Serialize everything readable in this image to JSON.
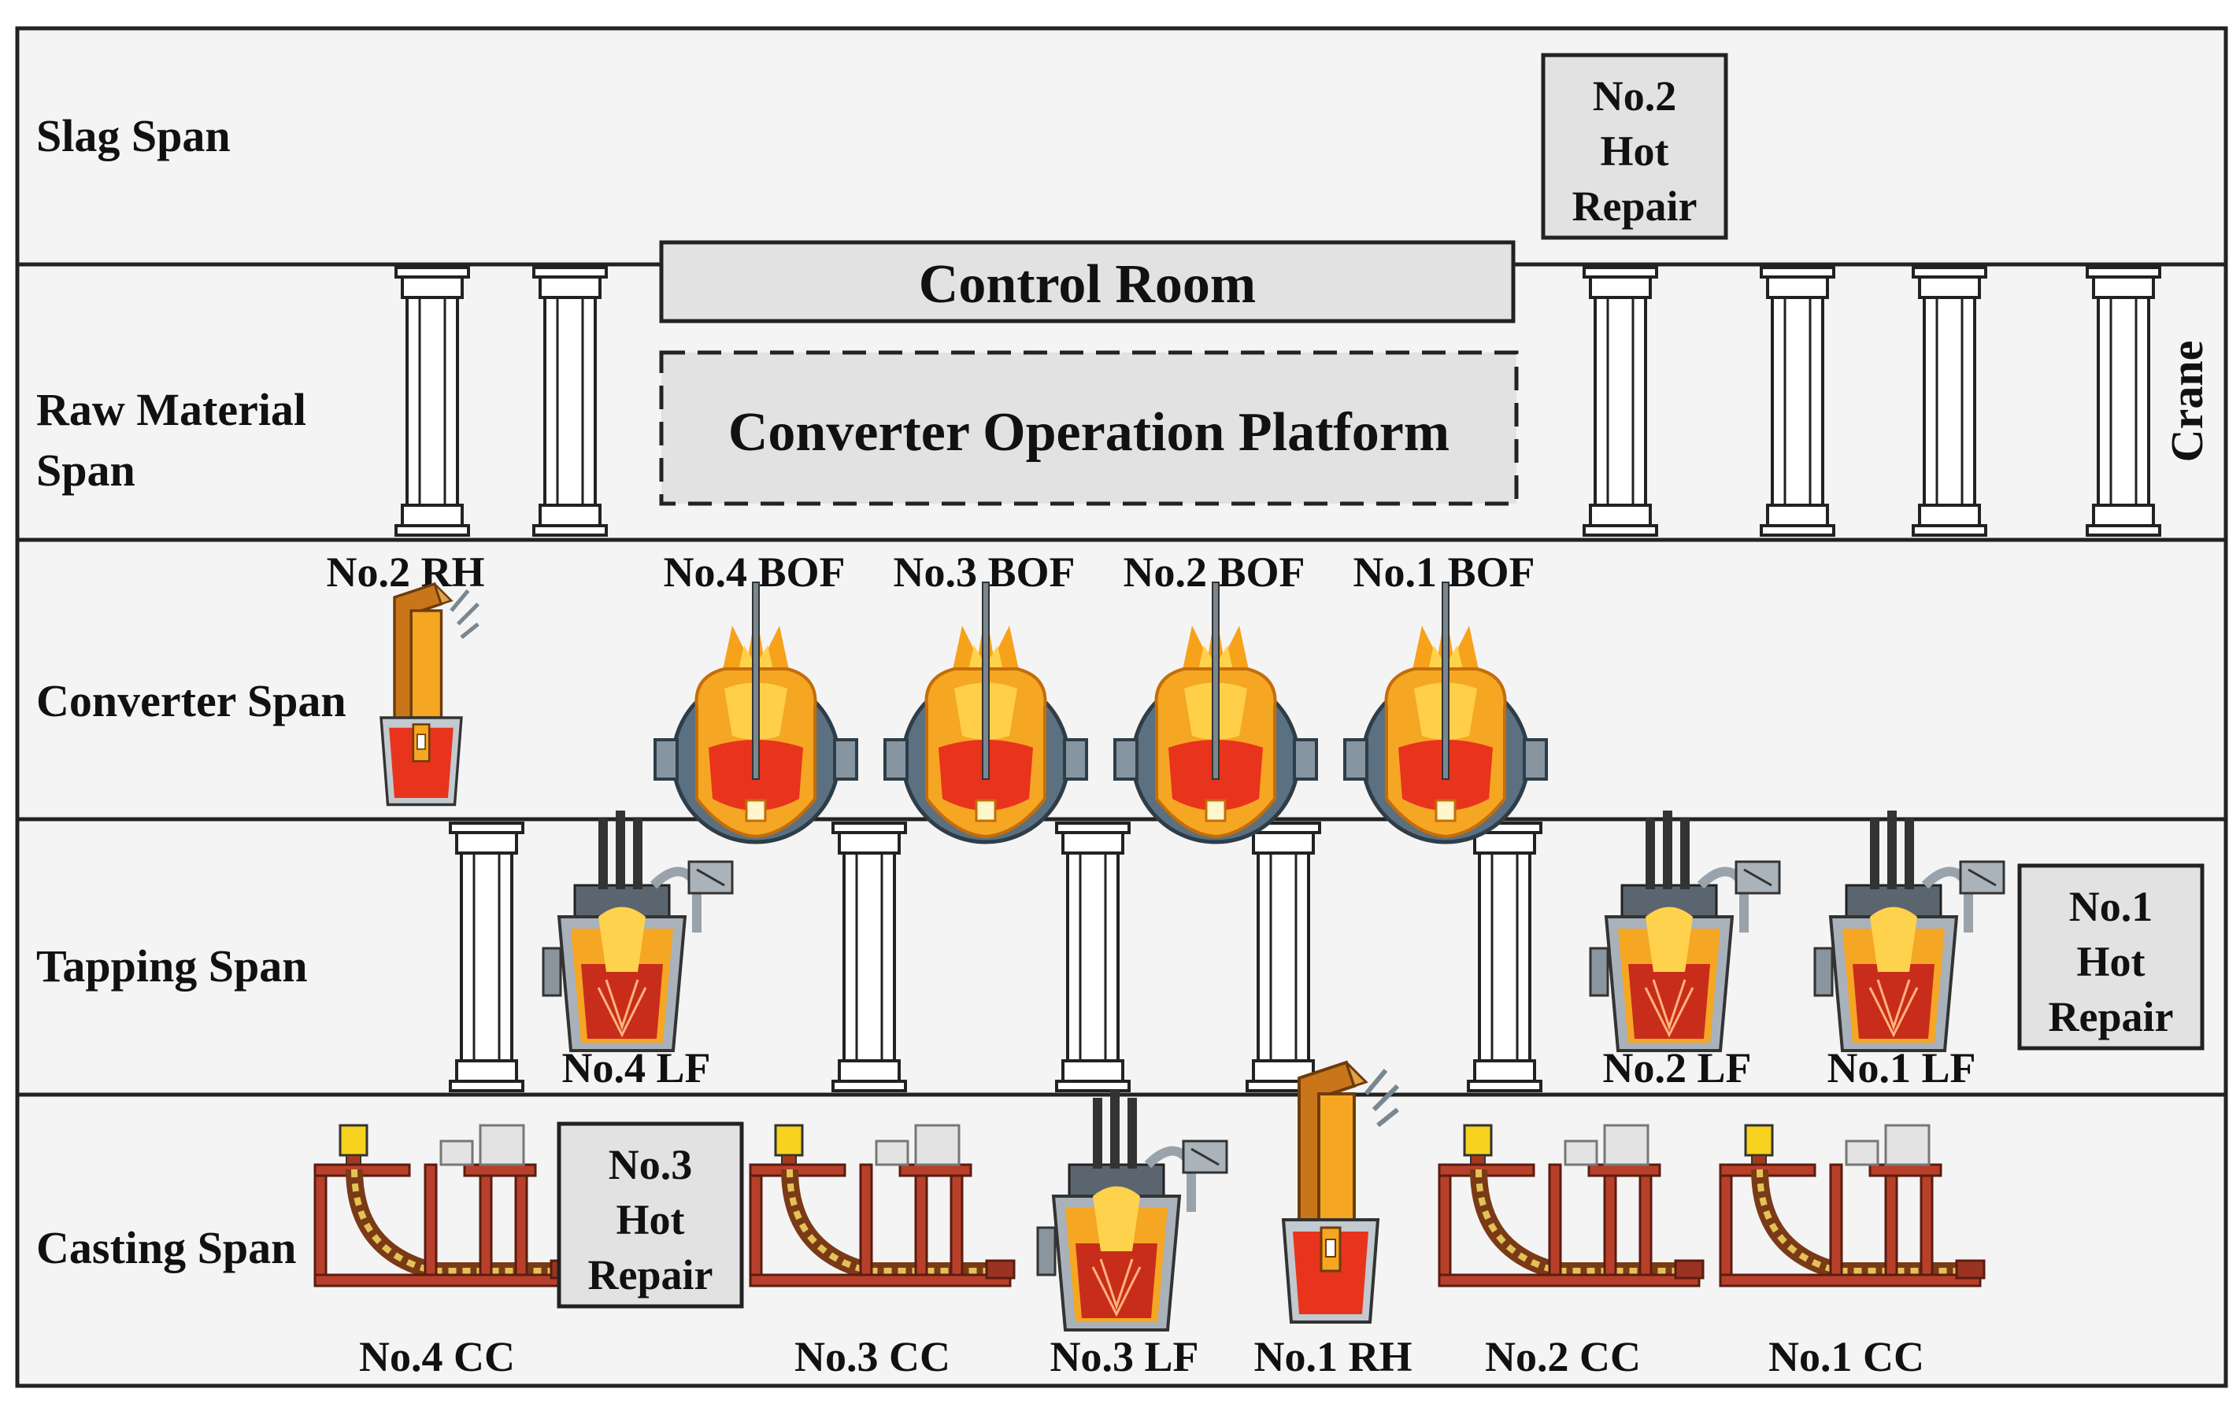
{
  "spans": [
    {
      "id": "slag",
      "label_lines": [
        "Slag Span"
      ]
    },
    {
      "id": "raw",
      "label_lines": [
        "Raw Material",
        "Span"
      ]
    },
    {
      "id": "converter",
      "label_lines": [
        "Converter Span"
      ]
    },
    {
      "id": "tapping",
      "label_lines": [
        "Tapping Span"
      ]
    },
    {
      "id": "casting",
      "label_lines": [
        "Casting Span"
      ]
    }
  ],
  "crane_label": "Crane",
  "control_room": "Control Room",
  "platform": "Converter Operation Platform",
  "hot_repairs": [
    {
      "id": "no2",
      "lines": [
        "No.2",
        "Hot",
        "Repair"
      ]
    },
    {
      "id": "no1",
      "lines": [
        "No.1",
        "Hot",
        "Repair"
      ]
    },
    {
      "id": "no3",
      "lines": [
        "No.3",
        "Hot",
        "Repair"
      ]
    }
  ],
  "converter_equipment": [
    {
      "id": "rh2",
      "label": "No.2 RH",
      "icon": "rh-degasser-icon"
    },
    {
      "id": "bof4",
      "label": "No.4 BOF",
      "icon": "bof-converter-icon"
    },
    {
      "id": "bof3",
      "label": "No.3 BOF",
      "icon": "bof-converter-icon"
    },
    {
      "id": "bof2",
      "label": "No.2 BOF",
      "icon": "bof-converter-icon"
    },
    {
      "id": "bof1",
      "label": "No.1 BOF",
      "icon": "bof-converter-icon"
    }
  ],
  "tapping_equipment": [
    {
      "id": "lf4",
      "label": "No.4 LF",
      "icon": "ladle-furnace-icon"
    },
    {
      "id": "lf2",
      "label": "No.2 LF",
      "icon": "ladle-furnace-icon"
    },
    {
      "id": "lf1",
      "label": "No.1 LF",
      "icon": "ladle-furnace-icon"
    }
  ],
  "casting_equipment": [
    {
      "id": "cc4",
      "label": "No.4 CC",
      "icon": "continuous-caster-icon"
    },
    {
      "id": "cc3",
      "label": "No.3 CC",
      "icon": "continuous-caster-icon"
    },
    {
      "id": "lf3",
      "label": "No.3 LF",
      "icon": "ladle-furnace-icon"
    },
    {
      "id": "rh1",
      "label": "No.1 RH",
      "icon": "rh-degasser-icon"
    },
    {
      "id": "cc2",
      "label": "No.2 CC",
      "icon": "continuous-caster-icon"
    },
    {
      "id": "cc1",
      "label": "No.1 CC",
      "icon": "continuous-caster-icon"
    }
  ],
  "colors": {
    "span_fill": "#f4f4f4",
    "box_fill": "#e2e2e2",
    "steel_orange": "#f5a623",
    "flame_red": "#e8341c",
    "shell_gray": "#5b7080",
    "brick_red": "#b8402a"
  }
}
